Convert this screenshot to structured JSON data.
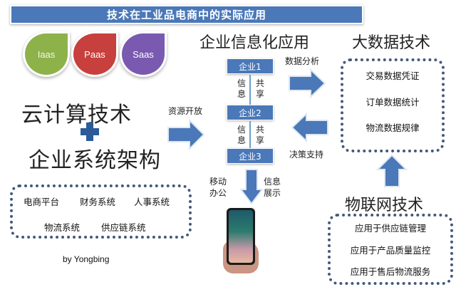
{
  "title": "技术在工业品电商中的实际应用",
  "cloud_models": [
    {
      "label": "Iaas",
      "color": "#8db24a"
    },
    {
      "label": "Paas",
      "color": "#c7403d"
    },
    {
      "label": "Saas",
      "color": "#7a5ab0"
    }
  ],
  "left": {
    "heading_top": "云计算技术",
    "plus_icon": "plus-icon",
    "heading_bottom": "企业系统架构",
    "systems_row1": [
      "电商平台",
      "财务系统",
      "人事系统"
    ],
    "systems_row2": [
      "物流系统",
      "供应链系统"
    ],
    "credit": "by Yongbing"
  },
  "center": {
    "heading": "企业信息化应用",
    "enterprises": [
      "企业1",
      "企业2",
      "企业3"
    ],
    "link_left": "信息",
    "link_right": "共享",
    "arrow_in_label": "资源开放",
    "arrow_down_left": "移动办公",
    "arrow_down_right": "信息展示",
    "to_bigdata_label": "数据分析",
    "from_bigdata_label": "决策支持"
  },
  "right": {
    "bigdata_heading": "大数据技术",
    "bigdata_items": [
      "交易数据凭证",
      "订单数据统计",
      "物流数据规律"
    ],
    "iot_heading": "物联网技术",
    "iot_items": [
      "应用于供应链管理",
      "应用于产品质量监控",
      "应用于售后物流服务"
    ]
  },
  "colors": {
    "primary_blue": "#4a78b8",
    "dotted_border": "#44597a"
  }
}
